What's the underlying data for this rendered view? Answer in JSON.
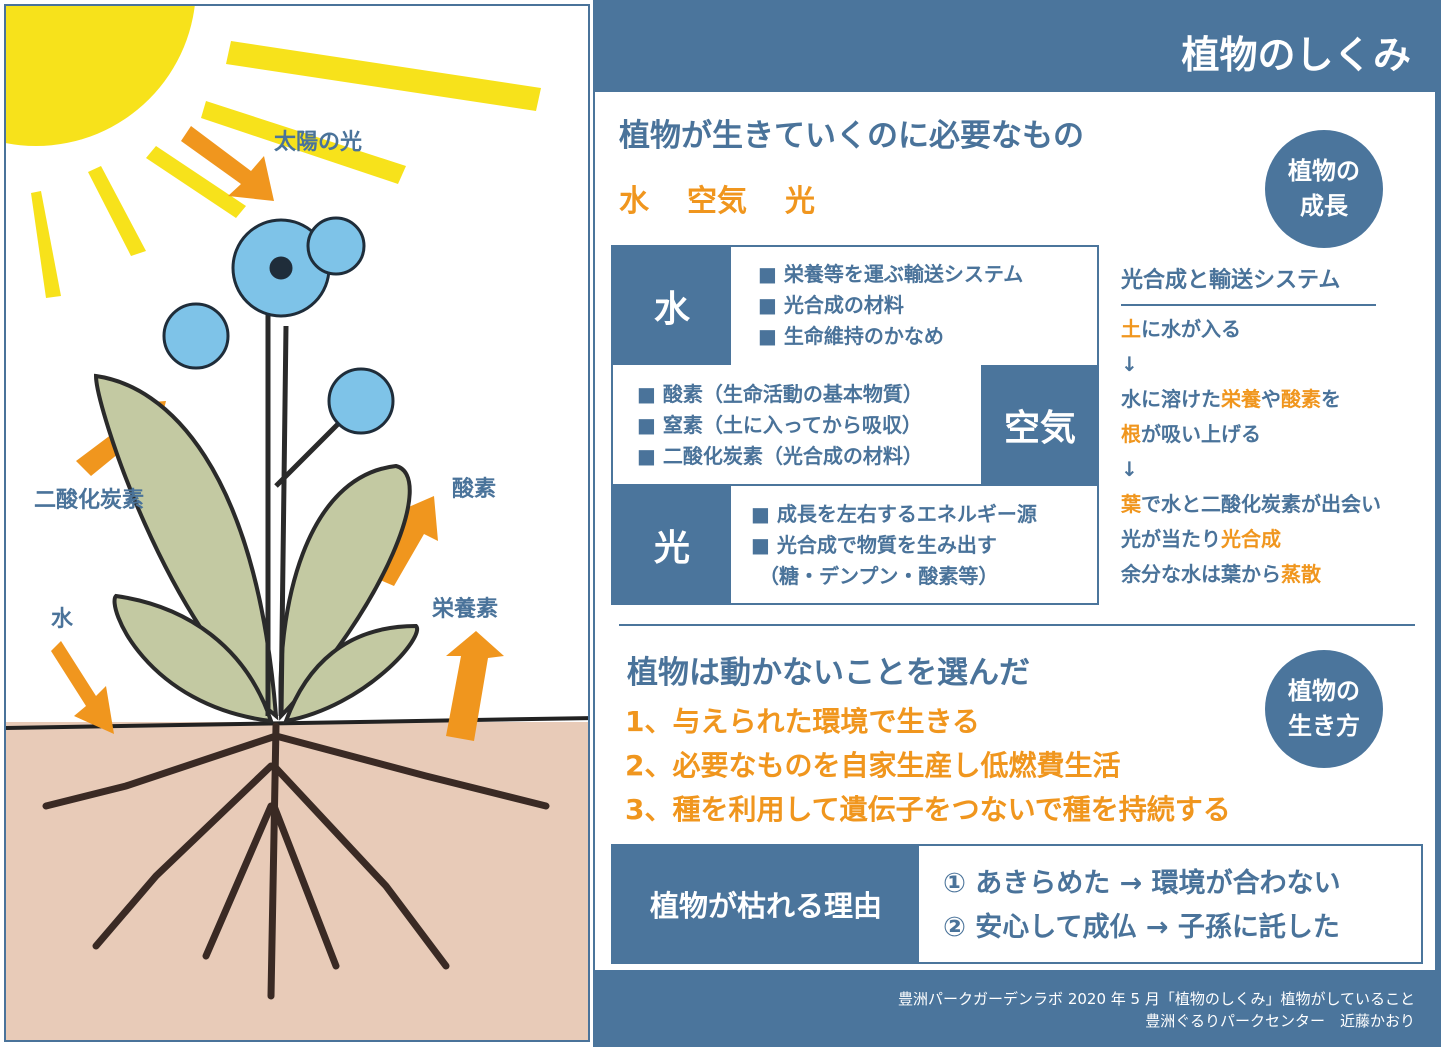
{
  "illustration": {
    "labels": {
      "sunlight": "太陽の光",
      "co2": "二酸化炭素",
      "oxygen": "酸素",
      "water": "水",
      "nutrients": "栄養素"
    }
  },
  "header": {
    "title": "植物のしくみ"
  },
  "section1": {
    "title": "植物が生きていくのに必要なもの",
    "needs": [
      "水",
      "空気",
      "光"
    ],
    "badge": [
      "植物の",
      "成長"
    ]
  },
  "table": {
    "water": {
      "label": "水",
      "items": [
        "■ 栄養等を運ぶ輸送システム",
        "■ 光合成の材料",
        "■ 生命維持のかなめ"
      ]
    },
    "air": {
      "label": "空気",
      "items": [
        "■ 酸素（生命活動の基本物質）",
        "■ 窒素（土に入ってから吸収）",
        "■ 二酸化炭素（光合成の材料）"
      ]
    },
    "light": {
      "label": "光",
      "items": [
        "■ 成長を左右するエネルギー源",
        "■ 光合成で物質を生み出す",
        "（糖・デンプン・酸素等）"
      ]
    }
  },
  "flow": {
    "title": "光合成と輸送システム",
    "l1": {
      "a": "土",
      "b": "に水が入る"
    },
    "arrow": "↓",
    "l2": {
      "a": "水に溶けた",
      "b": "栄養",
      "c": "や",
      "d": "酸素",
      "e": "を"
    },
    "l3": {
      "a": "根",
      "b": "が吸い上げる"
    },
    "l4": {
      "a": "葉",
      "b": "で水と二酸化炭素が出会い"
    },
    "l5": {
      "a": "光が当たり",
      "b": "光合成"
    },
    "l6": {
      "a": "余分な水は葉から",
      "b": "蒸散"
    }
  },
  "section2": {
    "title": "植物は動かないことを選んだ",
    "items": [
      "1、与えられた環境で生きる",
      "2、必要なものを自家生産し低燃費生活",
      "3、種を利用して遺伝子をつないで種を持続する"
    ],
    "badge": [
      "植物の",
      "生き方"
    ]
  },
  "reasons": {
    "label": "植物が枯れる理由",
    "items": [
      "① あきらめた → 環境が合わない",
      "② 安心して成仏 → 子孫に託した"
    ]
  },
  "footer": {
    "line1": "豊洲パークガーデンラボ 2020 年 5 月「植物のしくみ」植物がしていること",
    "line2": "豊洲ぐるりパークセンター　近藤かおり"
  },
  "colors": {
    "blue": "#4b759c",
    "orange": "#f0961e",
    "soil": "#e8cbb8",
    "sun": "#f7e21b",
    "petal": "#7ec3e8",
    "leaf": "#c3c9a2"
  }
}
